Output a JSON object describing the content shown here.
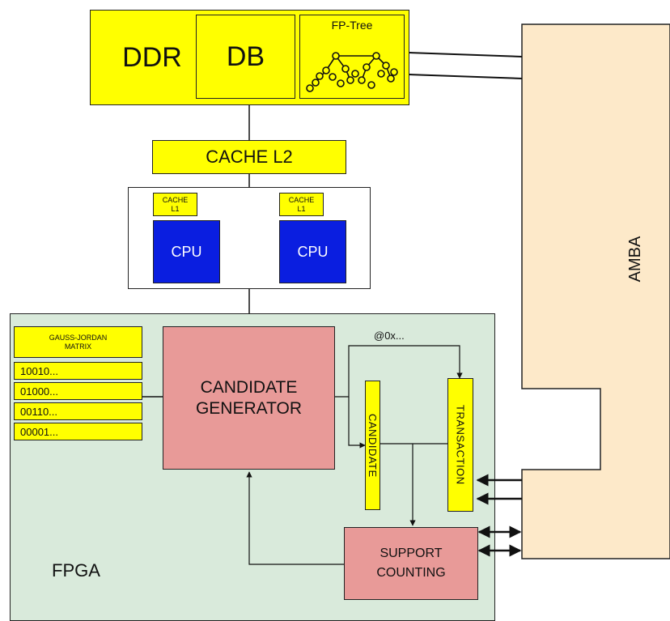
{
  "ddr": {
    "label": "DDR",
    "db_label": "DB",
    "fptree_label": "FP-Tree"
  },
  "cache_l2": {
    "label": "CACHE L2"
  },
  "cpus": [
    {
      "cache_label": "CACHE\nL1",
      "cpu_label": "CPU"
    },
    {
      "cache_label": "CACHE\nL1",
      "cpu_label": "CPU"
    }
  ],
  "amba": {
    "label": "AMBA"
  },
  "fpga": {
    "label": "FPGA",
    "matrix": {
      "header": "GAUSS-JORDAN\nMATRIX",
      "rows": [
        "10010...",
        "01000...",
        "00110...",
        "00001..."
      ]
    },
    "candidate_generator": "CANDIDATE\nGENERATOR",
    "candidate": "CANDIDATE",
    "transaction": "TRANSACTION",
    "address_label": "@0x...",
    "support_counting": "SUPPORT\nCOUNTING"
  },
  "colors": {
    "yellow": "#ffff00",
    "amba": "#fde9c9",
    "fpga": "#d9eadb",
    "cpu": "#0a1ee0",
    "pink": "#e89a98"
  }
}
